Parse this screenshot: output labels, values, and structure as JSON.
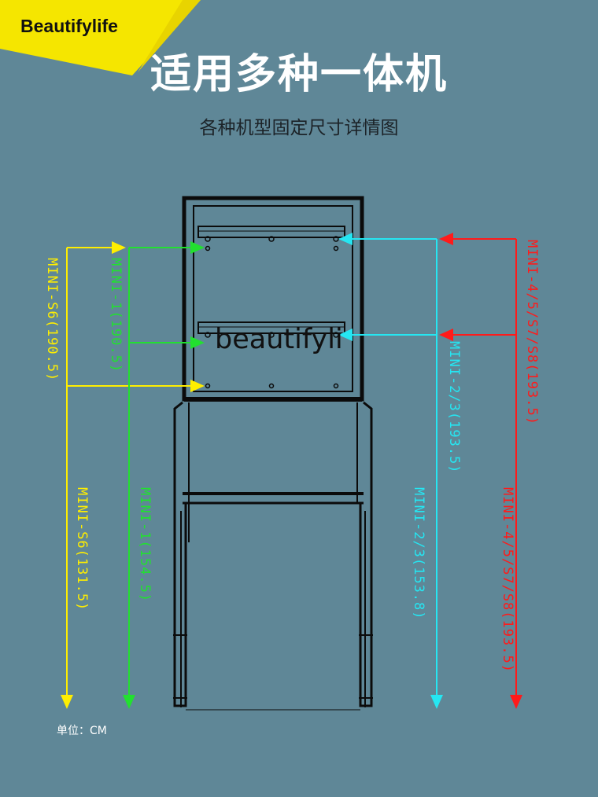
{
  "brand": "Beautifylife",
  "title": "适用多种一体机",
  "subtitle": "各种机型固定尺寸详情图",
  "watermark": "beautifyli",
  "unit_label": "单位：CM",
  "colors": {
    "background": "#5f8797",
    "banner": "#f5e600",
    "yellow": "#ffee00",
    "green": "#22e030",
    "cyan": "#25e6f2",
    "red": "#ff1a1a"
  },
  "dimension_labels": {
    "s6_upper": "MINI-S6(190.5)",
    "s6_lower": "MINI-S6(131.5)",
    "mini1_upper": "MINI-1(190.5)",
    "mini1_lower": "MINI-1(154.5)",
    "mini23_upper": "MINI-2/3(193.5)",
    "mini23_lower": "MINI-2/3(153.8)",
    "mini4578_upper": "MINI-4/5/S7/S8(193.5)",
    "mini4578_lower": "MINI-4/5/S7/S8(193.5)"
  }
}
